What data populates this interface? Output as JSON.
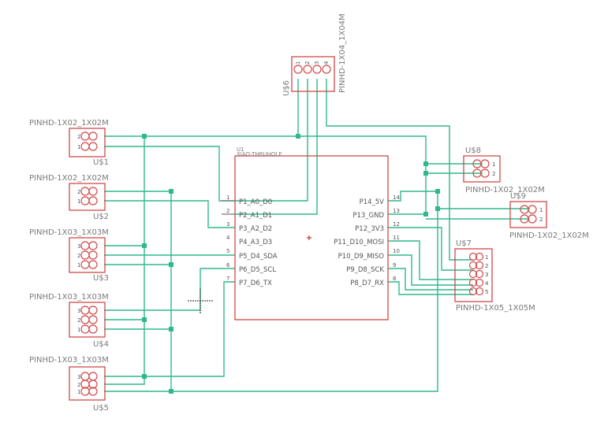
{
  "schematic": {
    "colors": {
      "wire": "#2fb98a",
      "component": "#d24848",
      "label": "#7a7a7a",
      "background": "#ffffff"
    },
    "main": {
      "name": "U1",
      "value": "XIAO-THRUHOLE",
      "left_pins": [
        {
          "num": "1",
          "name": "P1_A0_D0"
        },
        {
          "num": "2",
          "name": "P2_A1_D1"
        },
        {
          "num": "3",
          "name": "P3_A2_D2"
        },
        {
          "num": "4",
          "name": "P4_A3_D3"
        },
        {
          "num": "5",
          "name": "P5_D4_SDA"
        },
        {
          "num": "6",
          "name": "P6_D5_SCL"
        },
        {
          "num": "7",
          "name": "P7_D6_TX"
        }
      ],
      "right_pins": [
        {
          "num": "14",
          "name": "P14_5V"
        },
        {
          "num": "13",
          "name": "P13_GND"
        },
        {
          "num": "12",
          "name": "P12_3V3"
        },
        {
          "num": "11",
          "name": "P11_D10_MOSI"
        },
        {
          "num": "10",
          "name": "P10_D9_MISO"
        },
        {
          "num": "9",
          "name": "P9_D8_SCK"
        },
        {
          "num": "8",
          "name": "P8_D7_RX"
        }
      ]
    },
    "headers": {
      "u1": {
        "name": "U$1",
        "value": "PINHD-1X02_1X02M",
        "pins": [
          "2",
          "1"
        ]
      },
      "u2": {
        "name": "U$2",
        "value": "PINHD-1X02_1X02M",
        "pins": [
          "2",
          "1"
        ]
      },
      "u3": {
        "name": "U$3",
        "value": "PINHD-1X03_1X03M",
        "pins": [
          "3",
          "2",
          "1"
        ]
      },
      "u4": {
        "name": "U$4",
        "value": "PINHD-1X03_1X03M",
        "pins": [
          "3",
          "2",
          "1"
        ]
      },
      "u5": {
        "name": "U$5",
        "value": "PINHD-1X03_1X03M",
        "pins": [
          "3",
          "2",
          "1"
        ]
      },
      "u6": {
        "name": "U$6",
        "value": "PINHD-1X04_1X04M",
        "pins": [
          "1",
          "2",
          "3",
          "4"
        ]
      },
      "u7": {
        "name": "U$7",
        "value": "PINHD-1X05_1X05M",
        "pins": [
          "1",
          "2",
          "3",
          "4",
          "5"
        ]
      },
      "u8": {
        "name": "U$8",
        "value": "PINHD-1X02_1X02M",
        "pins": [
          "1",
          "2"
        ]
      },
      "u9": {
        "name": "U$9",
        "value": "PINHD-1X02_1X02M",
        "pins": [
          "1",
          "2"
        ]
      }
    }
  }
}
